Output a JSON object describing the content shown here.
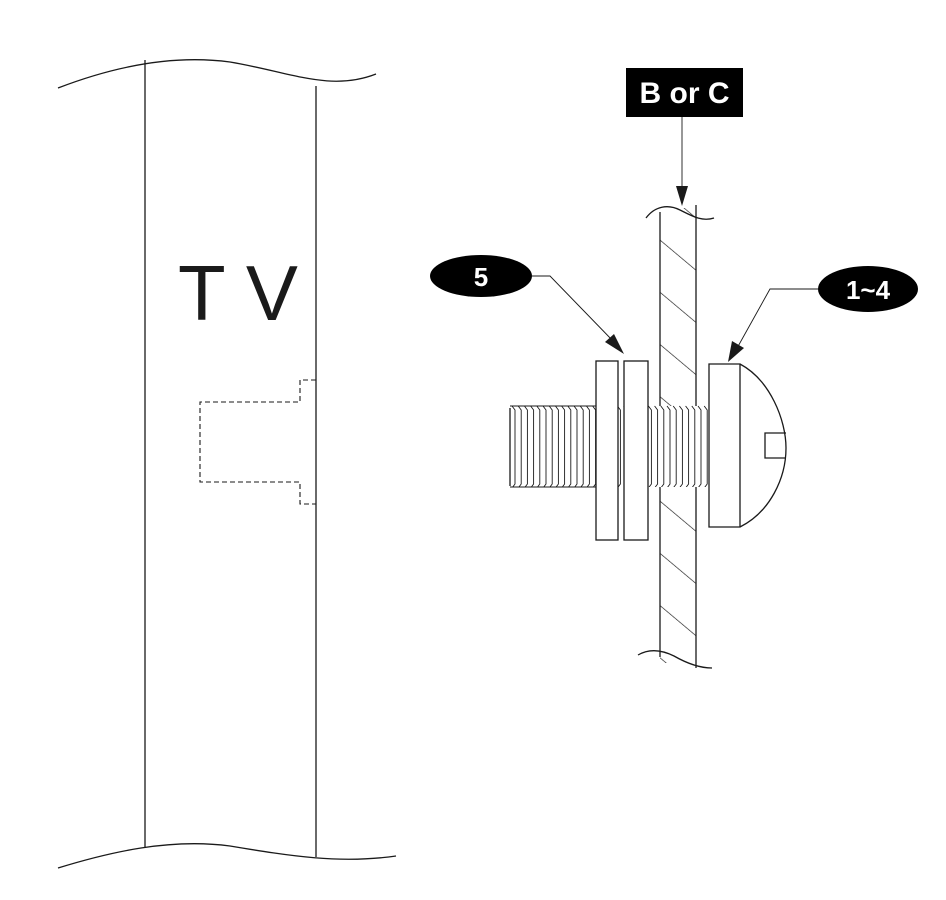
{
  "tv_label": "T V",
  "callouts": {
    "panel": "B or C",
    "washers": "5",
    "screws": "1~4"
  }
}
